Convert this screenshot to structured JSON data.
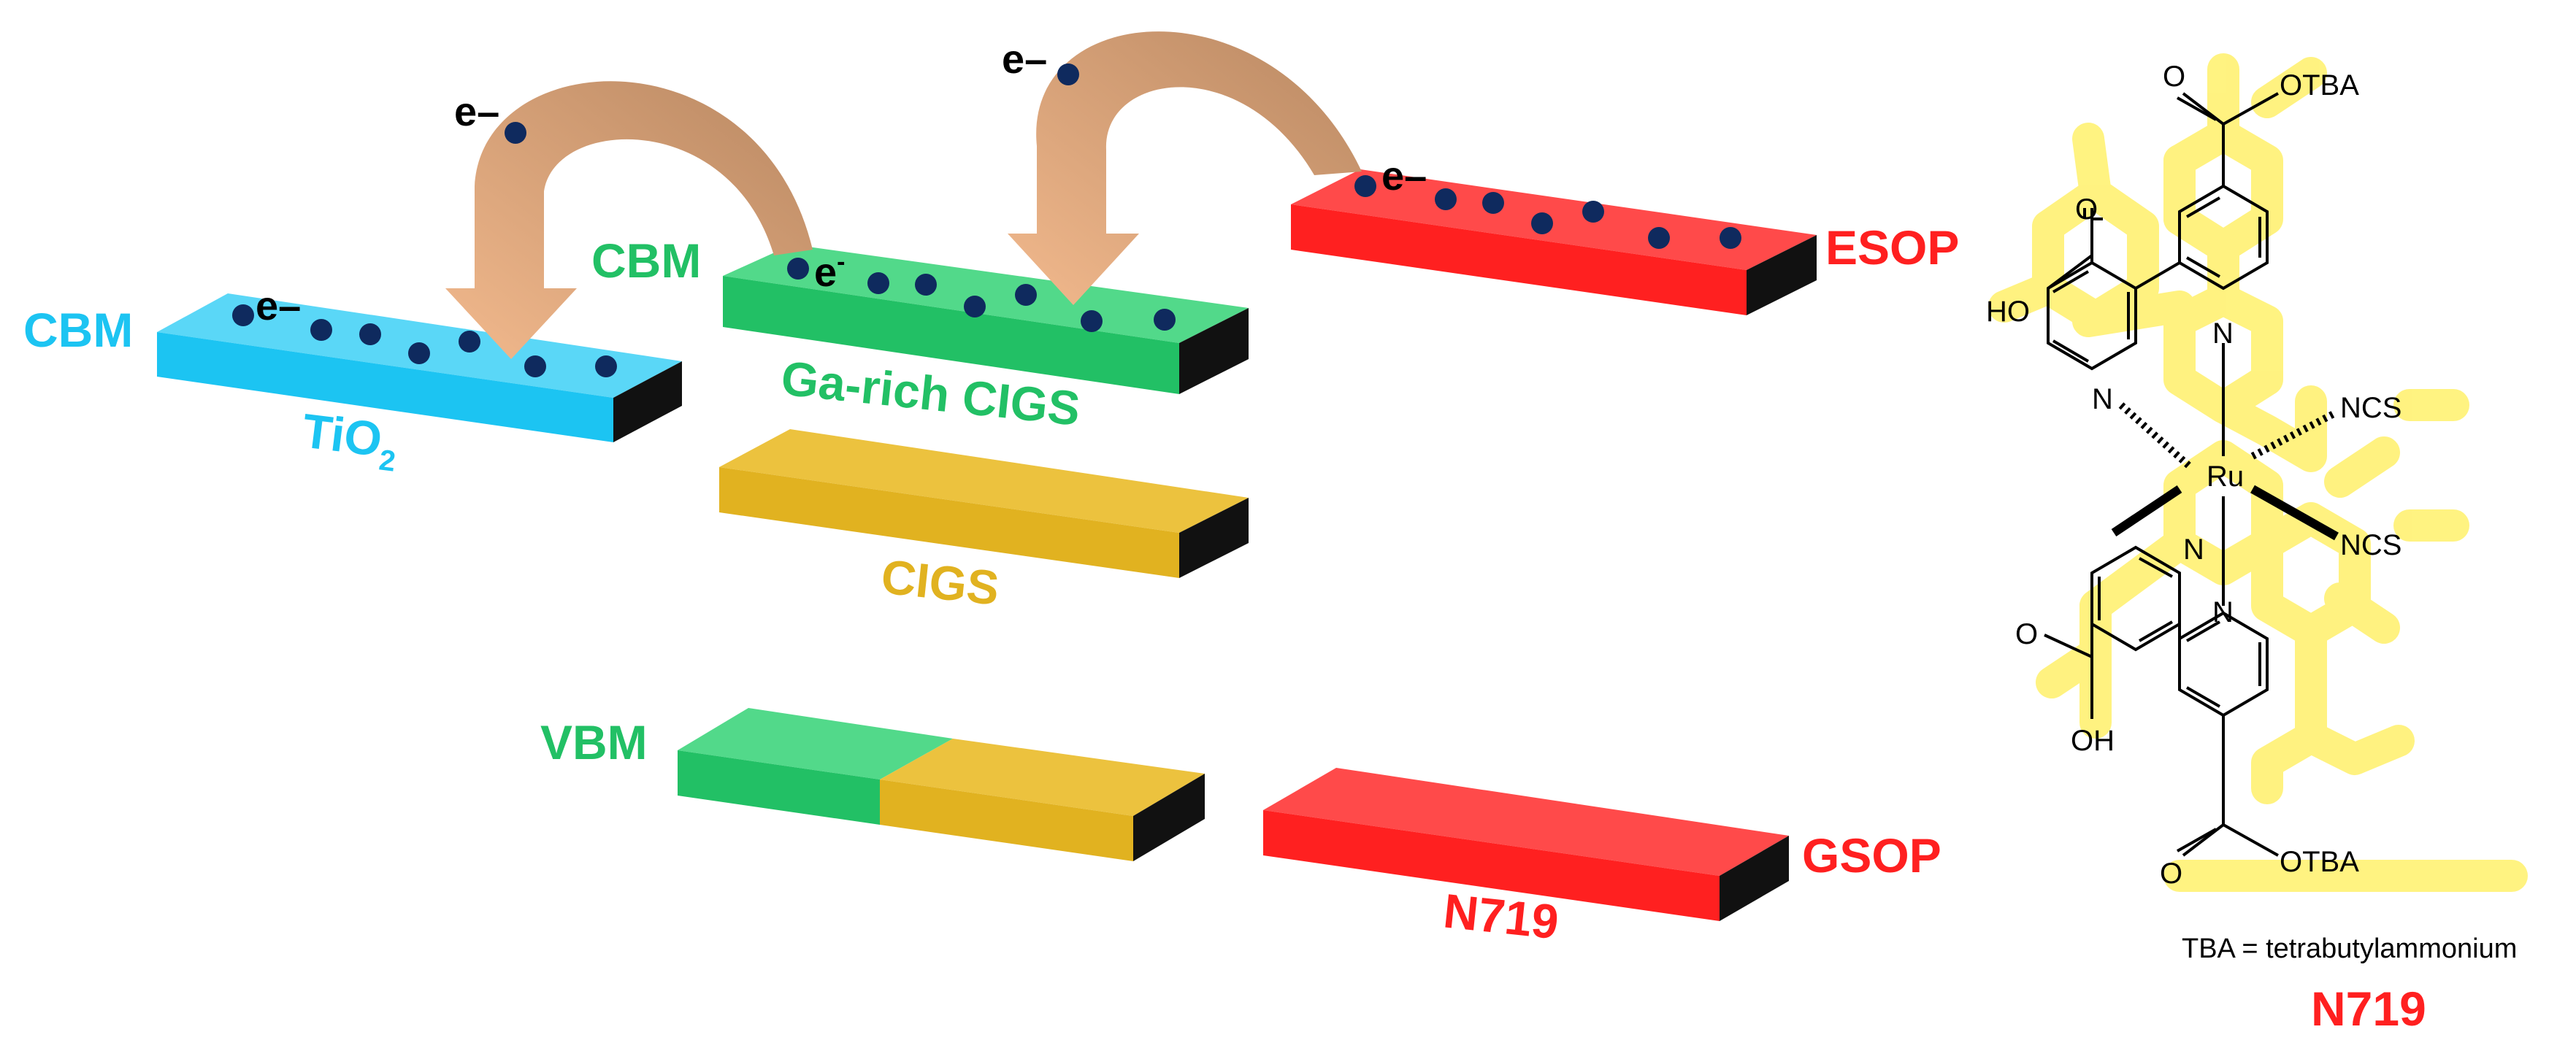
{
  "diagram": {
    "tio2": {
      "cbm_label": "CBM",
      "name": "TiO",
      "name_sub": "2",
      "electron": "e–"
    },
    "ga_cigs": {
      "cbm_label": "CBM",
      "name": "Ga-rich CIGS",
      "electron": "e"
    },
    "cigs": {
      "name": "CIGS"
    },
    "vbm": {
      "label": "VBM"
    },
    "dye": {
      "esop": "ESOP",
      "gsop": "GSOP",
      "name": "N719",
      "electron": "e–"
    },
    "arrows": {
      "electron_1": "e–",
      "electron_2": "e–"
    },
    "molecule": {
      "title": "N719",
      "caption": "TBA = tetrabutylammonium",
      "atoms": {
        "otba_top": "OTBA",
        "o_top": "O",
        "ho_left": "HO",
        "o_left_top": "O",
        "n_left": "N",
        "n_right_top": "N",
        "ru": "Ru",
        "ncs_1": "NCS",
        "ncs_2": "NCS",
        "n_left_bottom": "N",
        "n_right_bottom": "N",
        "o_left_bottom": "O",
        "oh_bottom": "OH",
        "o_bottom": "O",
        "otba_bottom": "OTBA"
      }
    },
    "colors": {
      "tio2": "#1cc4f2",
      "ga_cigs": "#22c065",
      "cigs": "#e1b220",
      "dye": "#ff2020",
      "arrow": "#e9aa7a",
      "electron": "#0f2a5e",
      "highlight": "#fff27a"
    }
  }
}
